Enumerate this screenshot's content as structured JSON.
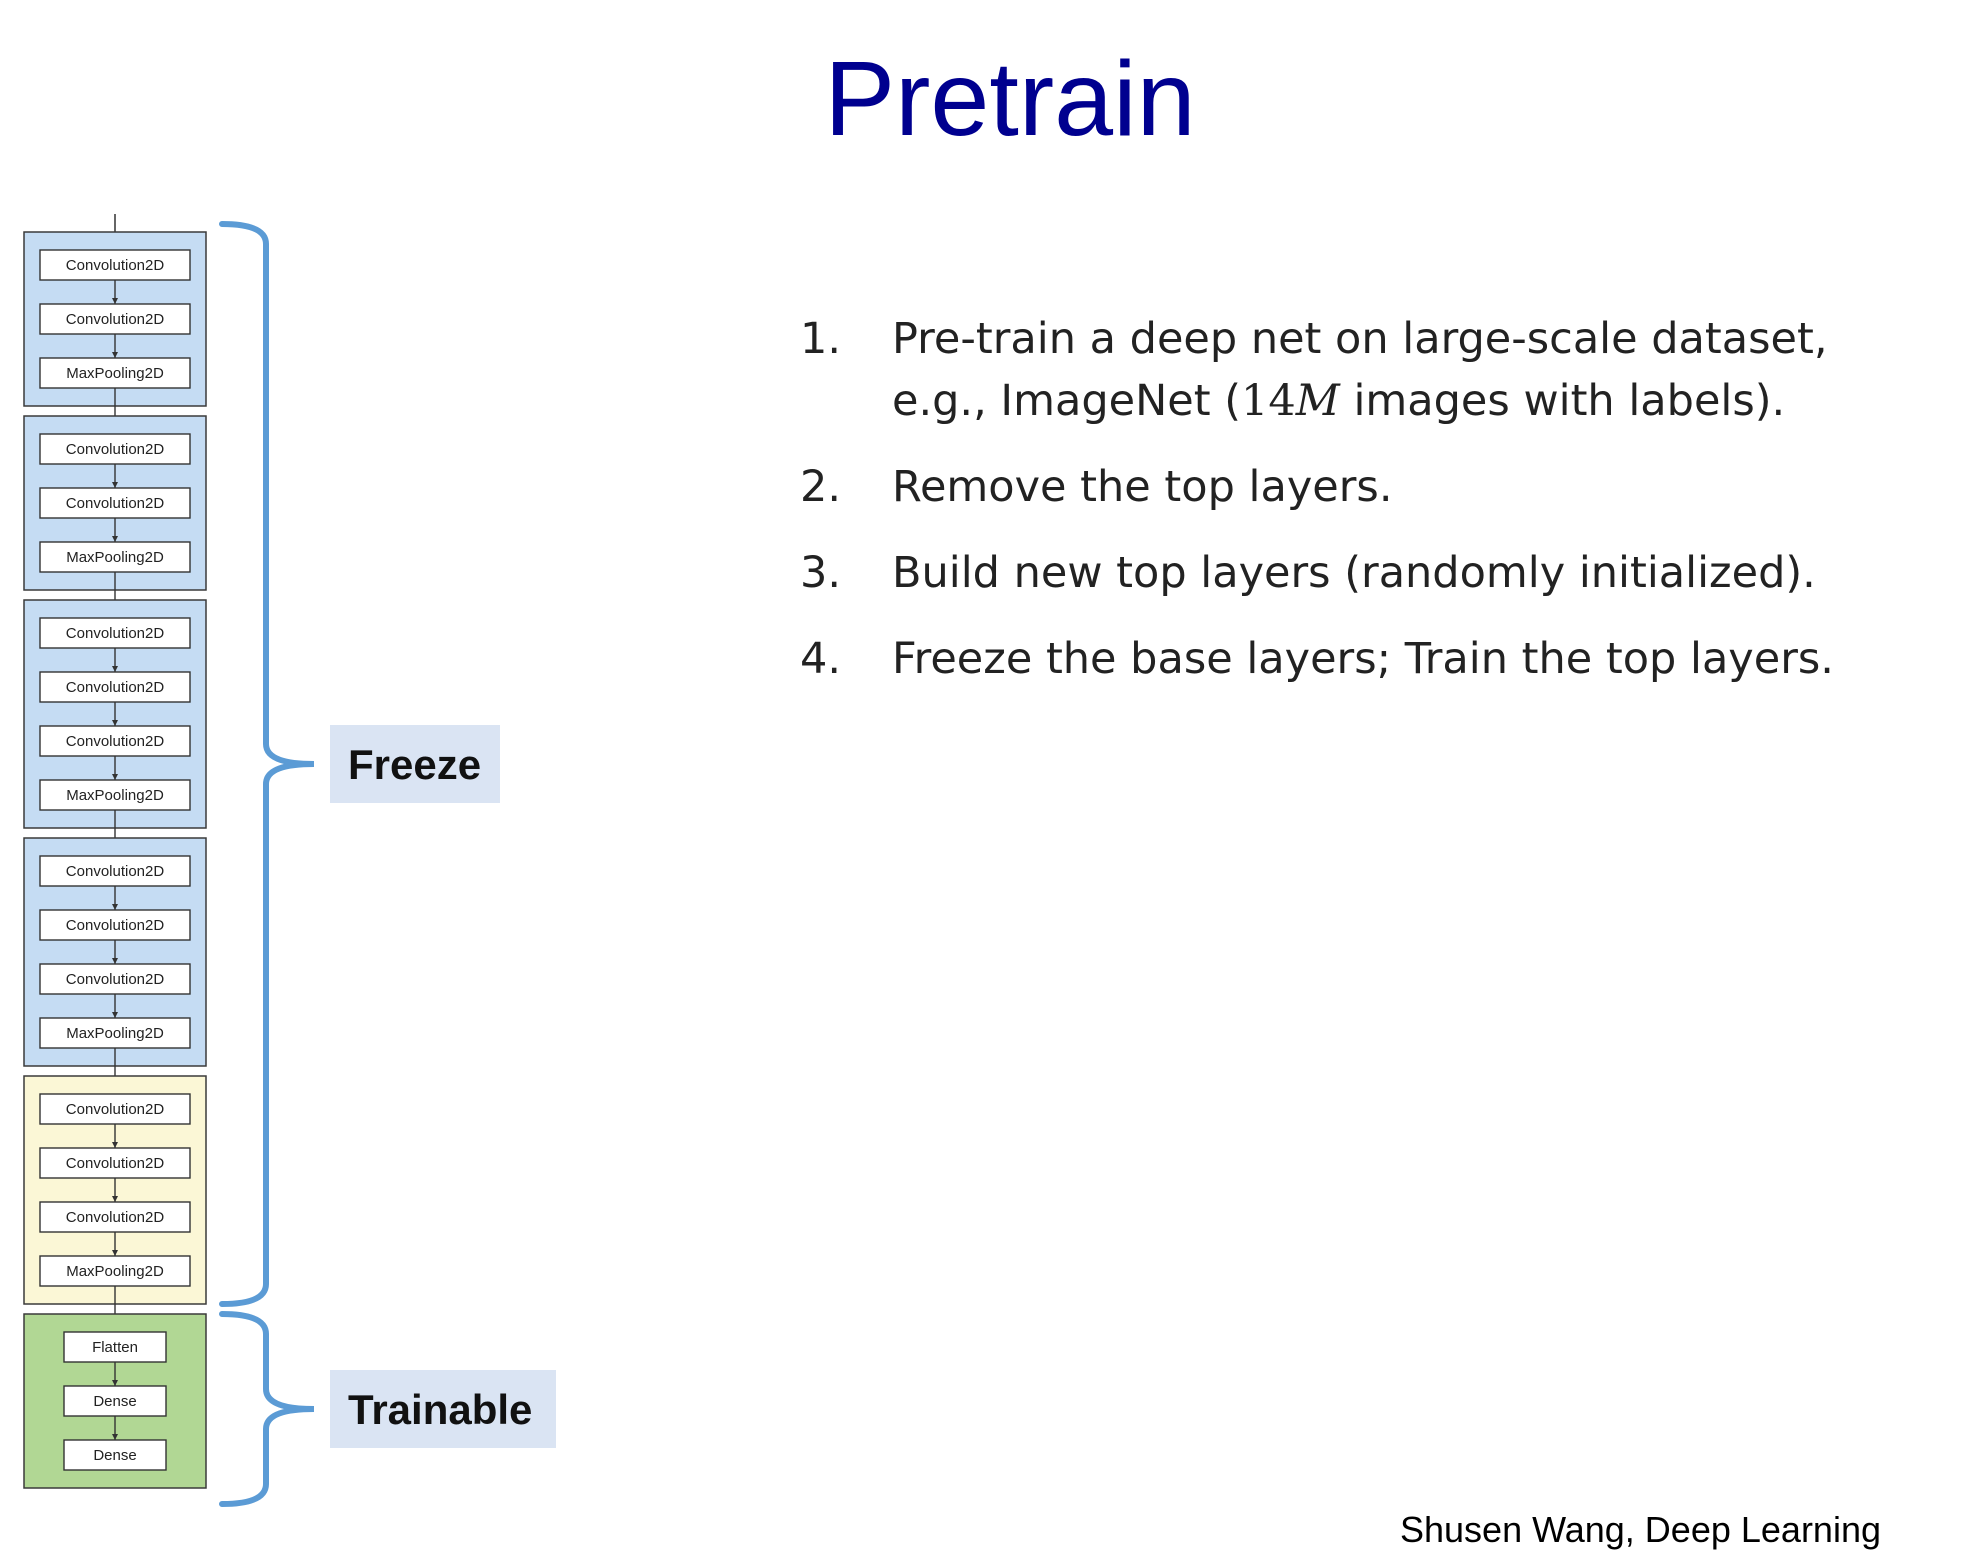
{
  "title": "Pretrain",
  "diagram": {
    "blocks": [
      {
        "color": "#c5dcf3",
        "layers": [
          "Convolution2D",
          "Convolution2D",
          "MaxPooling2D"
        ]
      },
      {
        "color": "#c5dcf3",
        "layers": [
          "Convolution2D",
          "Convolution2D",
          "MaxPooling2D"
        ]
      },
      {
        "color": "#c5dcf3",
        "layers": [
          "Convolution2D",
          "Convolution2D",
          "Convolution2D",
          "MaxPooling2D"
        ]
      },
      {
        "color": "#c5dcf3",
        "layers": [
          "Convolution2D",
          "Convolution2D",
          "Convolution2D",
          "MaxPooling2D"
        ]
      },
      {
        "color": "#fbf7d6",
        "layers": [
          "Convolution2D",
          "Convolution2D",
          "Convolution2D",
          "MaxPooling2D"
        ]
      },
      {
        "color": "#b1d794",
        "layers": [
          "Flatten",
          "Dense",
          "Dense"
        ]
      }
    ],
    "brace_color": "#5b9bd5",
    "label_bg": "#dae4f3",
    "freeze_label": "Freeze",
    "trainable_label": "Trainable"
  },
  "steps": [
    {
      "num": "1.",
      "line1": "Pre-train a deep net on large-scale dataset,",
      "line2_a": "e.g., ImageNet (",
      "math_num": "14",
      "math_var": "M",
      "line2_b": " images with labels)."
    },
    {
      "num": "2.",
      "text": "Remove the top layers."
    },
    {
      "num": "3.",
      "text": "Build new top layers (randomly initialized)."
    },
    {
      "num": "4.",
      "text": "Freeze the base layers; Train the top layers."
    }
  ],
  "credit": "Shusen Wang, Deep Learning"
}
